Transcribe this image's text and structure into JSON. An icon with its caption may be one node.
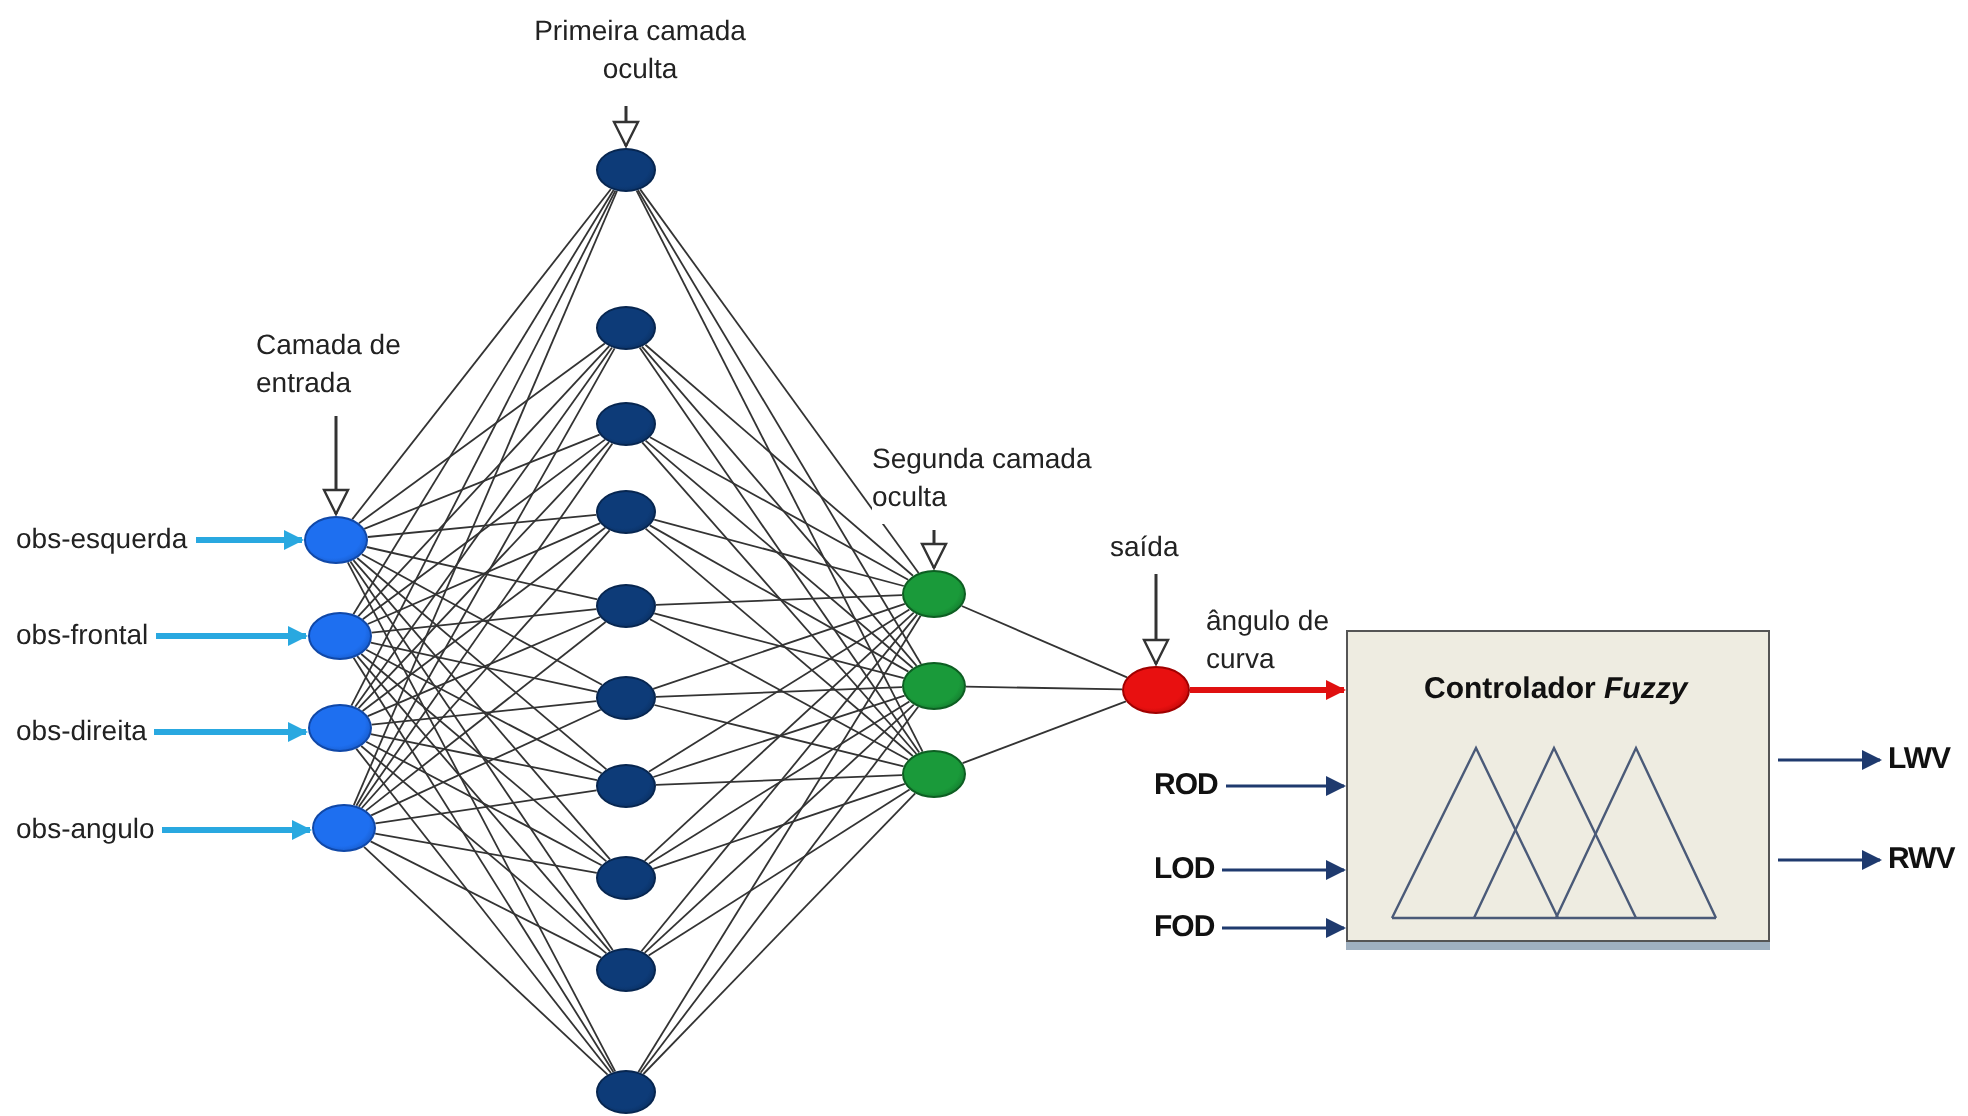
{
  "diagram": {
    "nodes": [
      {
        "text": [
          "Primeira camada oculta"
        ]
      },
      {
        "text": [
          "Camada de entrada"
        ]
      },
      {
        "text": [
          "Segunda camada oculta"
        ]
      },
      {
        "text": [
          "saída"
        ]
      },
      {
        "text": [
          "obs-esquerda"
        ]
      },
      {
        "text": [
          "obs-frontal"
        ]
      },
      {
        "text": [
          "obs-direita"
        ]
      },
      {
        "text": [
          "obs-angulo"
        ]
      },
      {
        "text": [],
        "shape": "circle"
      },
      {
        "text": [],
        "shape": "circle"
      },
      {
        "text": [],
        "shape": "circle"
      },
      {
        "text": [],
        "shape": "circle"
      },
      {
        "text": [],
        "shape": "circle"
      },
      {
        "text": [],
        "shape": "circle"
      },
      {
        "text": [],
        "shape": "circle"
      },
      {
        "text": [],
        "shape": "circle"
      },
      {
        "text": [],
        "shape": "circle"
      },
      {
        "text": [],
        "shape": "circle"
      },
      {
        "text": [],
        "shape": "circle"
      },
      {
        "text": [],
        "shape": "circle"
      },
      {
        "text": [],
        "shape": "circle"
      },
      {
        "text": [],
        "shape": "circle"
      },
      {
        "text": [],
        "shape": "circle"
      },
      {
        "text": [],
        "shape": "circle"
      },
      {
        "text": [],
        "shape": "circle"
      },
      {
        "text": [],
        "shape": "circle"
      },
      {
        "text": [
          "Controlador *Fuzzy*"
        ]
      },
      {
        "text": [
          "ROD"
        ]
      },
      {
        "text": [
          "LOD"
        ]
      },
      {
        "text": [
          "FOD"
        ]
      },
      {
        "text": [
          "LWV"
        ]
      },
      {
        "text": [
          "RWV"
        ]
      }
    ],
    "edges": [
      {
        "from": 0,
        "to": 12,
        "arrow": "to"
      },
      {
        "from": 1,
        "to": 8,
        "arrow": "to"
      },
      {
        "from": 2,
        "to": 22,
        "arrow": "to"
      },
      {
        "from": 3,
        "to": 25,
        "arrow": "to"
      },
      {
        "from": 4,
        "to": 8,
        "arrow": "to",
        "style": "thick",
        "color": "#29a8e0"
      },
      {
        "from": 5,
        "to": 9,
        "arrow": "to",
        "style": "thick",
        "color": "#29a8e0"
      },
      {
        "from": 6,
        "to": 10,
        "arrow": "to",
        "style": "thick",
        "color": "#29a8e0"
      },
      {
        "from": 7,
        "to": 11,
        "arrow": "to",
        "style": "thick",
        "color": "#29a8e0"
      },
      {
        "from": 8,
        "to": 12,
        "arrow": "none"
      },
      {
        "from": 8,
        "to": 13,
        "arrow": "none"
      },
      {
        "from": 8,
        "to": 14,
        "arrow": "none"
      },
      {
        "from": 8,
        "to": 15,
        "arrow": "none"
      },
      {
        "from": 8,
        "to": 16,
        "arrow": "none"
      },
      {
        "from": 8,
        "to": 17,
        "arrow": "none"
      },
      {
        "from": 8,
        "to": 18,
        "arrow": "none"
      },
      {
        "from": 8,
        "to": 19,
        "arrow": "none"
      },
      {
        "from": 8,
        "to": 20,
        "arrow": "none"
      },
      {
        "from": 8,
        "to": 21,
        "arrow": "none"
      },
      {
        "from": 9,
        "to": 12,
        "arrow": "none"
      },
      {
        "from": 9,
        "to": 13,
        "arrow": "none"
      },
      {
        "from": 9,
        "to": 14,
        "arrow": "none"
      },
      {
        "from": 9,
        "to": 15,
        "arrow": "none"
      },
      {
        "from": 9,
        "to": 16,
        "arrow": "none"
      },
      {
        "from": 9,
        "to": 17,
        "arrow": "none"
      },
      {
        "from": 9,
        "to": 18,
        "arrow": "none"
      },
      {
        "from": 9,
        "to": 19,
        "arrow": "none"
      },
      {
        "from": 9,
        "to": 20,
        "arrow": "none"
      },
      {
        "from": 9,
        "to": 21,
        "arrow": "none"
      },
      {
        "from": 10,
        "to": 12,
        "arrow": "none"
      },
      {
        "from": 10,
        "to": 13,
        "arrow": "none"
      },
      {
        "from": 10,
        "to": 14,
        "arrow": "none"
      },
      {
        "from": 10,
        "to": 15,
        "arrow": "none"
      },
      {
        "from": 10,
        "to": 16,
        "arrow": "none"
      },
      {
        "from": 10,
        "to": 17,
        "arrow": "none"
      },
      {
        "from": 10,
        "to": 18,
        "arrow": "none"
      },
      {
        "from": 10,
        "to": 19,
        "arrow": "none"
      },
      {
        "from": 10,
        "to": 20,
        "arrow": "none"
      },
      {
        "from": 10,
        "to": 21,
        "arrow": "none"
      },
      {
        "from": 11,
        "to": 12,
        "arrow": "none"
      },
      {
        "from": 11,
        "to": 13,
        "arrow": "none"
      },
      {
        "from": 11,
        "to": 14,
        "arrow": "none"
      },
      {
        "from": 11,
        "to": 15,
        "arrow": "none"
      },
      {
        "from": 11,
        "to": 16,
        "arrow": "none"
      },
      {
        "from": 11,
        "to": 17,
        "arrow": "none"
      },
      {
        "from": 11,
        "to": 18,
        "arrow": "none"
      },
      {
        "from": 11,
        "to": 19,
        "arrow": "none"
      },
      {
        "from": 11,
        "to": 20,
        "arrow": "none"
      },
      {
        "from": 11,
        "to": 21,
        "arrow": "none"
      },
      {
        "from": 12,
        "to": 22,
        "arrow": "none"
      },
      {
        "from": 12,
        "to": 23,
        "arrow": "none"
      },
      {
        "from": 12,
        "to": 24,
        "arrow": "none"
      },
      {
        "from": 13,
        "to": 22,
        "arrow": "none"
      },
      {
        "from": 13,
        "to": 23,
        "arrow": "none"
      },
      {
        "from": 13,
        "to": 24,
        "arrow": "none"
      },
      {
        "from": 14,
        "to": 22,
        "arrow": "none"
      },
      {
        "from": 14,
        "to": 23,
        "arrow": "none"
      },
      {
        "from": 14,
        "to": 24,
        "arrow": "none"
      },
      {
        "from": 15,
        "to": 22,
        "arrow": "none"
      },
      {
        "from": 15,
        "to": 23,
        "arrow": "none"
      },
      {
        "from": 15,
        "to": 24,
        "arrow": "none"
      },
      {
        "from": 16,
        "to": 22,
        "arrow": "none"
      },
      {
        "from": 16,
        "to": 23,
        "arrow": "none"
      },
      {
        "from": 16,
        "to": 24,
        "arrow": "none"
      },
      {
        "from": 17,
        "to": 22,
        "arrow": "none"
      },
      {
        "from": 17,
        "to": 23,
        "arrow": "none"
      },
      {
        "from": 17,
        "to": 24,
        "arrow": "none"
      },
      {
        "from": 18,
        "to": 22,
        "arrow": "none"
      },
      {
        "from": 18,
        "to": 23,
        "arrow": "none"
      },
      {
        "from": 18,
        "to": 24,
        "arrow": "none"
      },
      {
        "from": 19,
        "to": 22,
        "arrow": "none"
      },
      {
        "from": 19,
        "to": 23,
        "arrow": "none"
      },
      {
        "from": 19,
        "to": 24,
        "arrow": "none"
      },
      {
        "from": 20,
        "to": 22,
        "arrow": "none"
      },
      {
        "from": 20,
        "to": 23,
        "arrow": "none"
      },
      {
        "from": 20,
        "to": 24,
        "arrow": "none"
      },
      {
        "from": 21,
        "to": 22,
        "arrow": "none"
      },
      {
        "from": 21,
        "to": 23,
        "arrow": "none"
      },
      {
        "from": 21,
        "to": 24,
        "arrow": "none"
      },
      {
        "from": 22,
        "to": 25,
        "arrow": "none"
      },
      {
        "from": 23,
        "to": 25,
        "arrow": "none"
      },
      {
        "from": 24,
        "to": 25,
        "arrow": "none"
      },
      {
        "from": 25,
        "to": 26,
        "arrow": "to",
        "label": "ângulo de curva",
        "style": "thick",
        "color": "#e01010"
      },
      {
        "from": 27,
        "to": 26,
        "arrow": "to",
        "color": "#1f3a6e"
      },
      {
        "from": 28,
        "to": 26,
        "arrow": "to",
        "color": "#1f3a6e"
      },
      {
        "from": 29,
        "to": 26,
        "arrow": "to",
        "color": "#1f3a6e"
      },
      {
        "from": 26,
        "to": 30,
        "arrow": "to",
        "color": "#1f3a6e"
      },
      {
        "from": 26,
        "to": 31,
        "arrow": "to",
        "color": "#1f3a6e"
      }
    ]
  }
}
